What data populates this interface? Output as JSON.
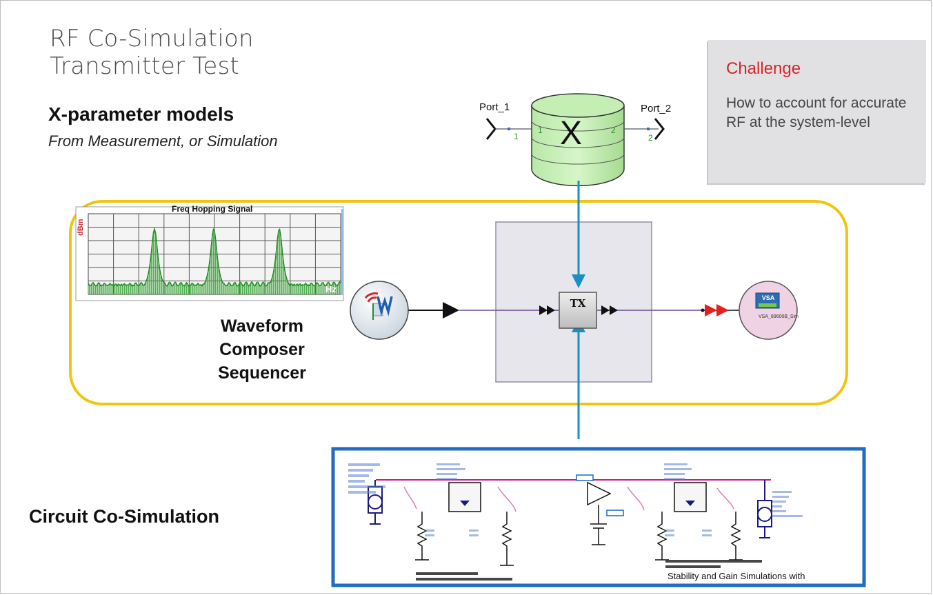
{
  "title": {
    "line1": "RF Co-Simulation",
    "line2": "Transmitter Test"
  },
  "xparam": {
    "heading": "X-parameter models",
    "subheading": "From Measurement, or Simulation",
    "port1": "Port_1",
    "port2": "Port_2",
    "symbol": "X"
  },
  "challenge": {
    "title": "Challenge",
    "body": "How to account for accurate RF at the system-level"
  },
  "spectrum": {
    "title": "Freq Hopping Signal",
    "ylabel": "dBm",
    "xlabel": "Hz"
  },
  "waveform": {
    "line1": "Waveform",
    "line2": "Composer",
    "line3": "Sequencer"
  },
  "tx_block": "TX",
  "vsa_label": "VSA",
  "circuit": {
    "label": "Circuit Co-Simulation",
    "note": "Stability and Gain Simulations with"
  },
  "colors": {
    "accent_red": "#d4262a",
    "loop_yellow": "#f2c410",
    "arrow_blue": "#1a8fc4",
    "circuit_border": "#1f6cc0",
    "spectrum_green": "#238a23",
    "wire_magenta": "#d0168a"
  }
}
